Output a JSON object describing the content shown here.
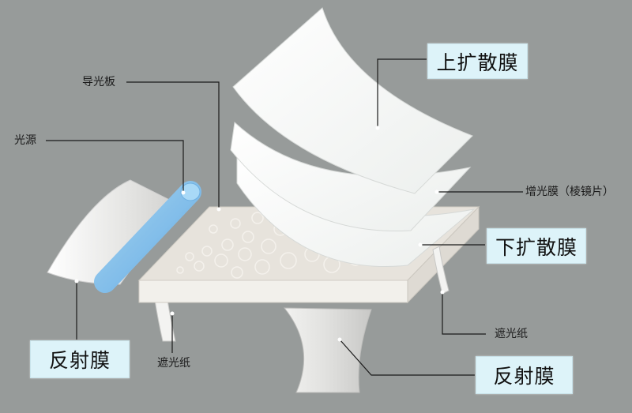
{
  "labels": {
    "light_guide": "导光板",
    "light_source": "光源",
    "brightness_film": "增光膜（棱镜片）",
    "shading_paper_right": "遮光纸",
    "shading_paper_left": "遮光纸"
  },
  "boxes": {
    "upper_diffuser": "上扩散膜",
    "lower_diffuser": "下扩散膜",
    "reflector_left": "反射膜",
    "reflector_right": "反射膜"
  },
  "colors": {
    "background": "#979b9a",
    "box_fill": "#ddf3f9",
    "light_tube": "#8ccaf0",
    "film": "#f4f5f3"
  }
}
